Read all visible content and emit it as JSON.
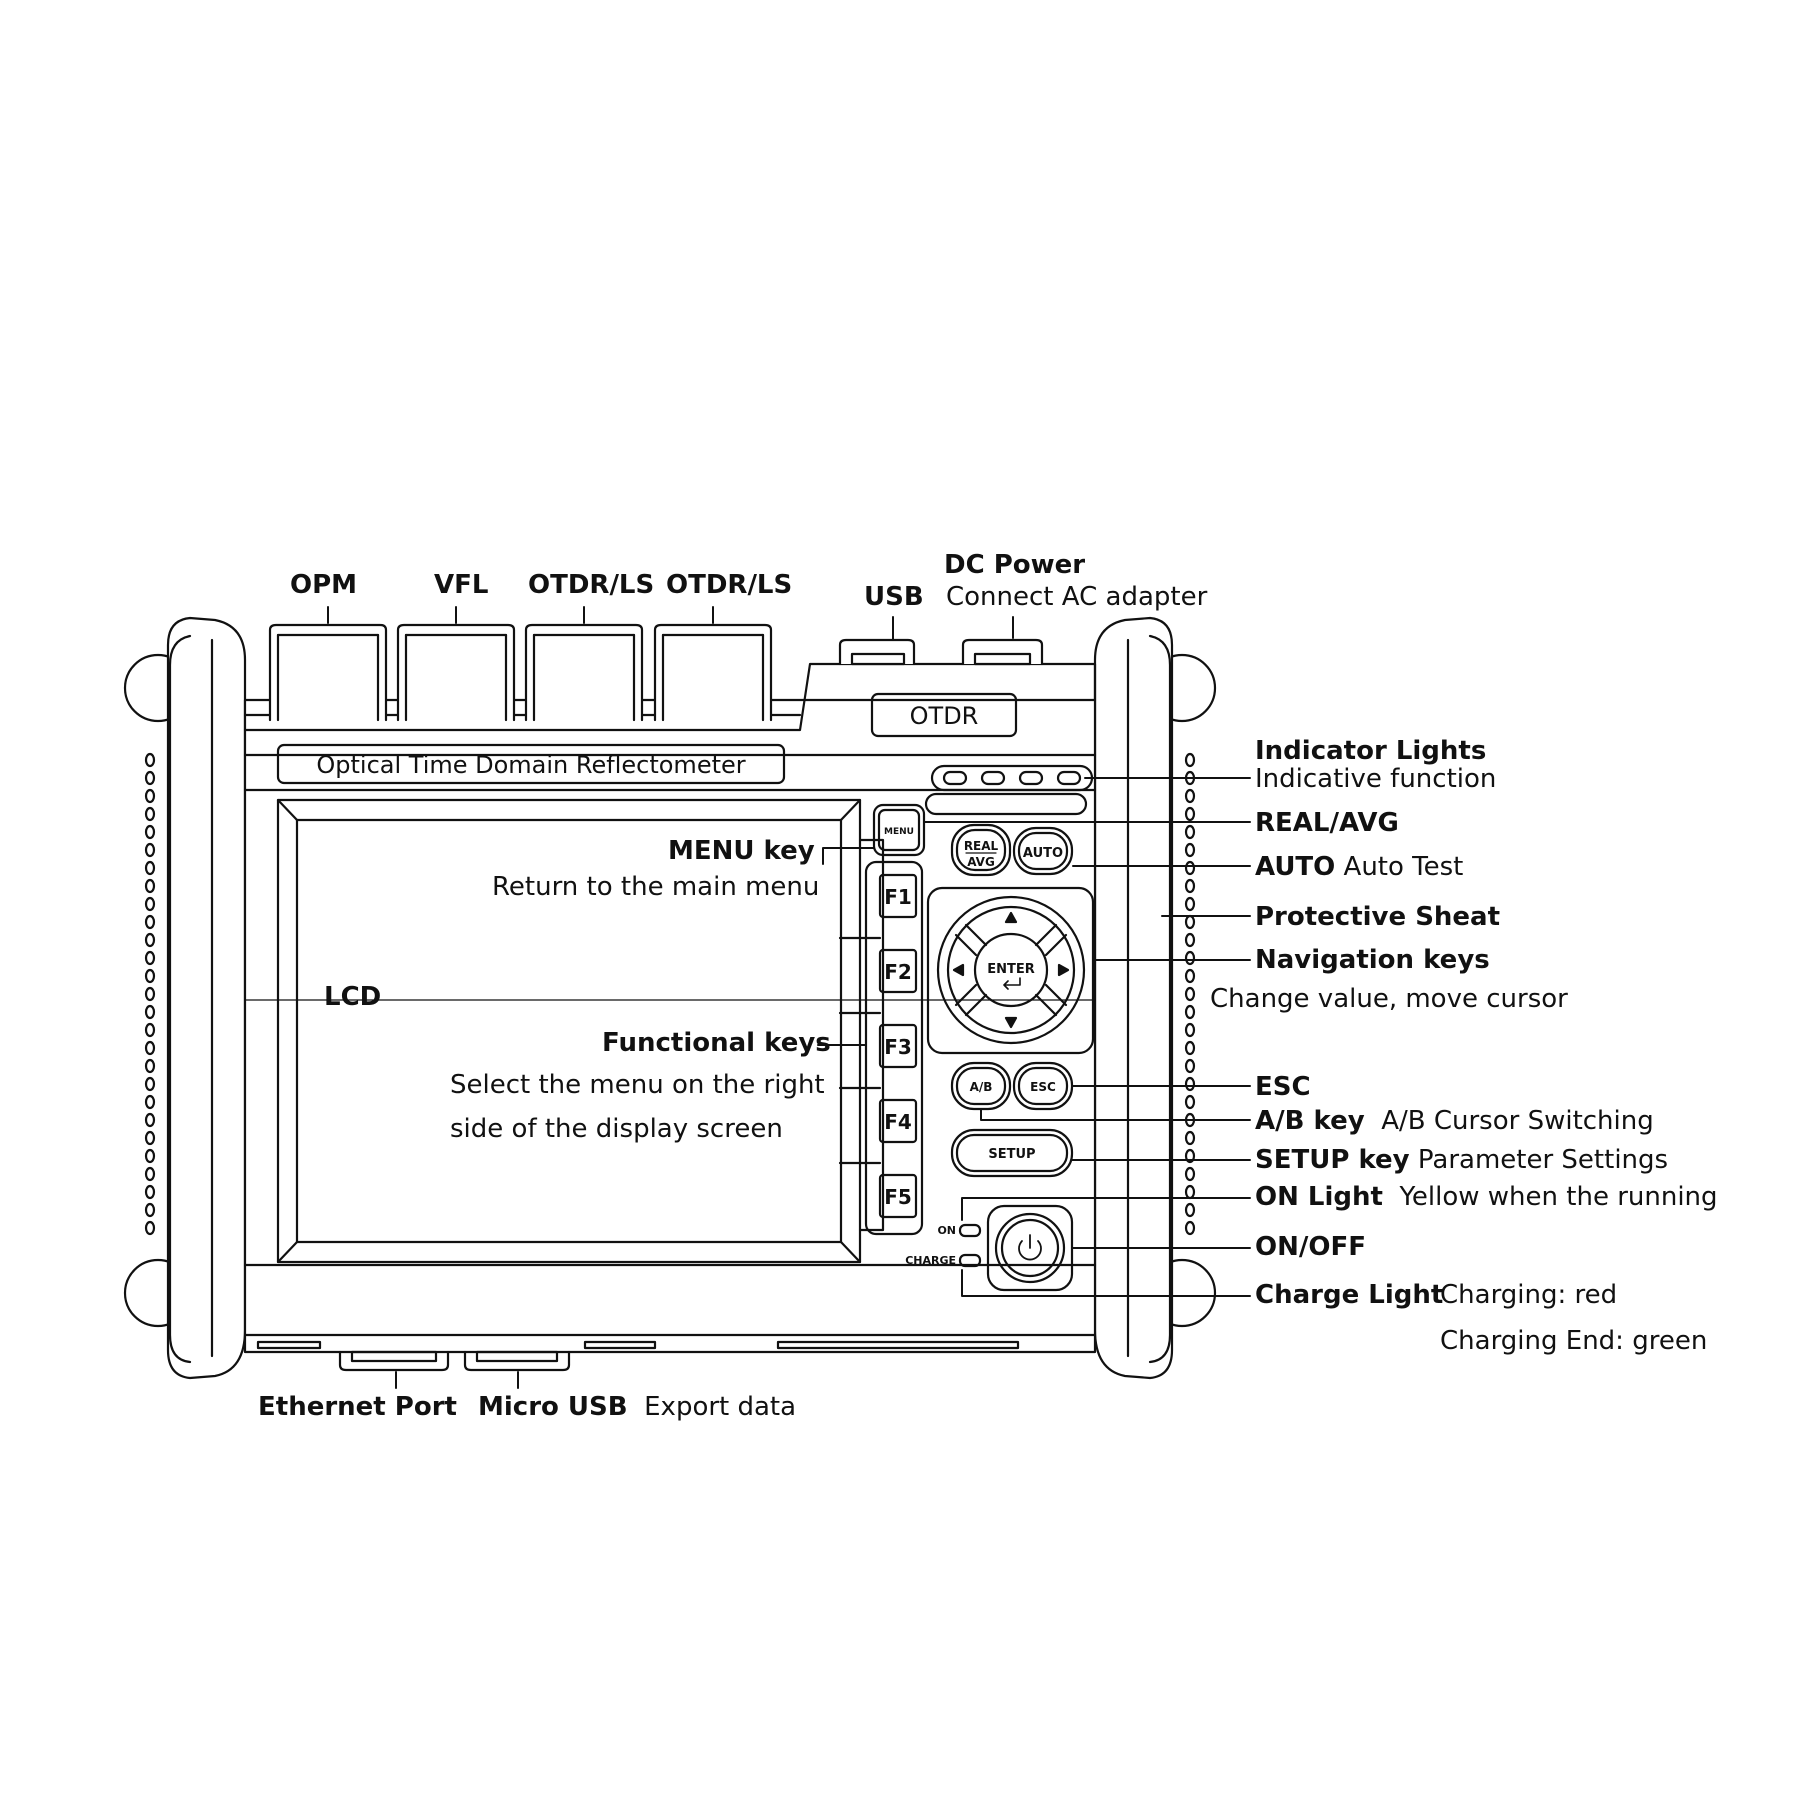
{
  "device": {
    "badge": "OTDR",
    "name": "Optical Time Domain Reflectometer",
    "lcd_label": "LCD",
    "keys": {
      "menu": "MENU",
      "real": "REAL",
      "avg": "AVG",
      "auto": "AUTO",
      "f1": "F1",
      "f2": "F2",
      "f3": "F3",
      "f4": "F4",
      "f5": "F5",
      "enter": "ENTER",
      "ab": "A/B",
      "esc": "ESC",
      "setup": "SETUP",
      "on": "ON",
      "charge": "CHARGE"
    }
  },
  "top_ports": {
    "opm": "OPM",
    "vfl": "VFL",
    "otdr1": "OTDR/LS",
    "otdr2": "OTDR/LS",
    "usb": "USB",
    "dc_title": "DC Power",
    "dc_desc": "Connect AC adapter"
  },
  "callouts": {
    "indicator_title": "Indicator Lights",
    "indicator_desc": "Indicative function",
    "real_avg": "REAL/AVG",
    "auto_title": "AUTO",
    "auto_desc": "Auto Test",
    "protective": "Protective Sheat",
    "nav_title": "Navigation keys",
    "nav_desc": "Change value, move cursor",
    "esc": "ESC",
    "ab_title": "A/B key",
    "ab_desc": "A/B Cursor Switching",
    "setup_title": "SETUP key",
    "setup_desc": "Parameter Settings",
    "on_title": "ON Light",
    "on_desc": "Yellow when the running",
    "onoff": "ON/OFF",
    "charge_title": "Charge Light",
    "charge_desc1": "Charging: red",
    "charge_desc2": "Charging End: green",
    "menu_title": "MENU key",
    "menu_desc": "Return to the main menu",
    "func_title": "Functional keys",
    "func_desc1": "Select the menu on the right",
    "func_desc2": "side of the display screen"
  },
  "bottom_ports": {
    "ethernet": "Ethernet Port",
    "micro_usb": "Micro USB",
    "micro_usb_desc": "Export data"
  }
}
